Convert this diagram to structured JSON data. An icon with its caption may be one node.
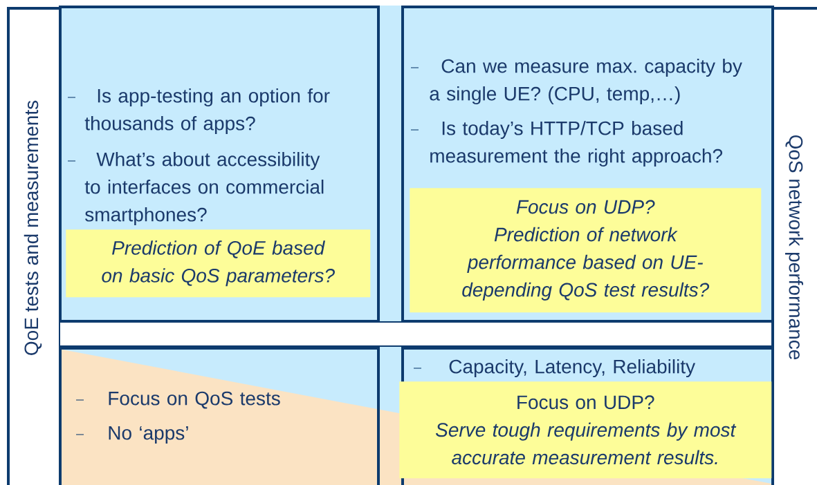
{
  "diagram": {
    "nodes": [
      {
        "text": [
          "QoE tests and measurements"
        ]
      },
      {
        "text": [
          "Is app-testing an option for thousands of apps?",
          "What’s about accessibility to interfaces on commercial smartphones?"
        ]
      },
      {
        "text": [
          "Prediction of QoE based on basic QoS parameters?"
        ],
        "in": 1
      },
      {
        "text": [
          "Can we measure max. capacity by a single UE? (CPU, temp,…)",
          "Is today’s HTTP/TCP based measurement the right approach?"
        ]
      },
      {
        "text": [
          "Focus on UDP?",
          "Prediction of network performance based on UE-depending QoS test results?"
        ],
        "in": 3
      },
      {
        "text": [
          "QoS network performance"
        ]
      },
      {
        "text": [],
        "shape": "bar"
      },
      {
        "text": [
          "Focus on QoS tests",
          "No ‘apps’"
        ]
      },
      {
        "text": [
          "Capacity, Latency, Reliability"
        ]
      },
      {
        "text": [
          "Focus on UDP?",
          "Serve tough requirements by most accurate measurement results."
        ],
        "in": 8
      }
    ]
  }
}
